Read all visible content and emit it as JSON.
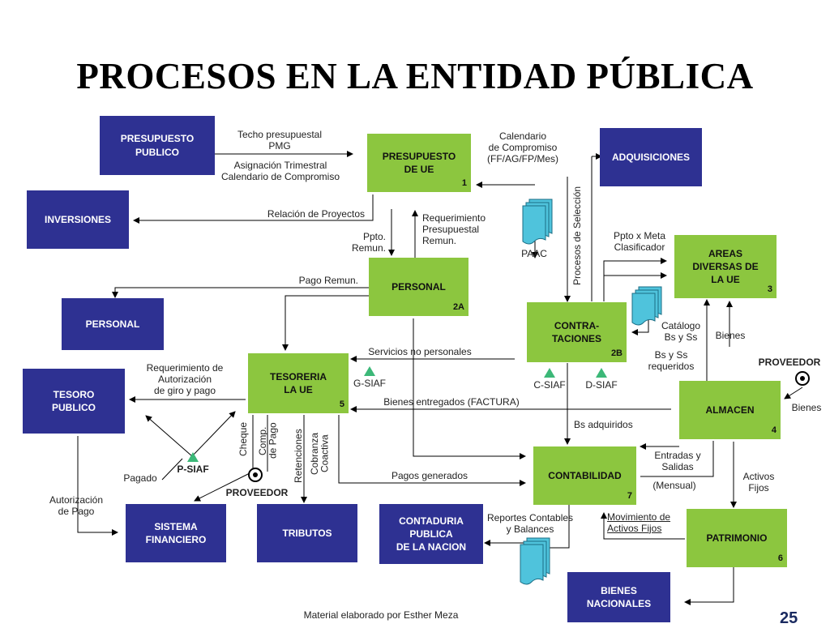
{
  "title": "PROCESOS EN LA ENTIDAD PÚBLICA",
  "colors": {
    "entity_box": "#2e3192",
    "process_box": "#8cc63f",
    "siaf_marker": "#3cb878",
    "document": "#4fc3dc"
  },
  "boxes": {
    "presupuesto_publico": {
      "name": "PRESUPUESTO\nPUBLICO"
    },
    "inversiones": {
      "name": "INVERSIONES"
    },
    "personal_ext": {
      "name": "PERSONAL"
    },
    "tesoro_publico": {
      "name": "TESORO\nPUBLICO"
    },
    "sistema_financiero": {
      "name": "SISTEMA\nFINANCIERO"
    },
    "tributos": {
      "name": "TRIBUTOS"
    },
    "contaduria": {
      "name": "CONTADURIA\nPUBLICA\nDE LA NACION"
    },
    "adquisiciones": {
      "name": "ADQUISICIONES"
    },
    "bienes_nacionales": {
      "name": "BIENES\nNACIONALES"
    },
    "presupuesto_ue": {
      "name": "PRESUPUESTO\nDE UE",
      "num": "1"
    },
    "personal": {
      "name": "PERSONAL",
      "num": "2A"
    },
    "contrataciones": {
      "name": "CONTRA-\nTACIONES",
      "num": "2B"
    },
    "areas": {
      "name": "AREAS\nDIVERSAS DE\nLA UE",
      "num": "3"
    },
    "almacen": {
      "name": "ALMACEN",
      "num": "4"
    },
    "tesoreria": {
      "name": "TESORERIA\nLA UE",
      "num": "5"
    },
    "patrimonio": {
      "name": "PATRIMONIO",
      "num": "6"
    },
    "contabilidad": {
      "name": "CONTABILIDAD",
      "num": "7"
    }
  },
  "labels": {
    "techo": "Techo presupuestal\nPMG",
    "asignacion": "Asignación Trimestral\nCalendario de Compromiso",
    "calendario": "Calendario\nde Compromiso\n(FF/AG/FP/Mes)",
    "relacion": "Relación de Proyectos",
    "requerimiento_presup": "Requerimiento\nPresupuestal\nRemun.",
    "ppto_remun": "Ppto.\nRemun.",
    "paac": "PAAC",
    "procesos_seleccion": "Procesos de Selección",
    "ppto_meta": "Ppto x Meta\nClasificador",
    "pago_remun": "Pago Remun.",
    "catalogo": "Catálogo\nBs y Ss",
    "bienes_areas": "Bienes",
    "bs_ss_req": "Bs y Ss\nrequeridos",
    "servicios": "Servicios no personales",
    "req_autorizacion": "Requerimiento de\nAutorización\nde giro y pago",
    "bienes_entregados": "Bienes entregados (FACTURA)",
    "proveedor_top": "PROVEEDOR",
    "bienes_prov": "Bienes",
    "bs_adquiridos": "Bs adquiridos",
    "pagado": "Pagado",
    "cheque": "Cheque",
    "comp_pago": "Comp.\nde Pago",
    "retenciones": "Retenciones",
    "cobranza": "Cobranza\nCoactiva",
    "pagos_generados": "Pagos generados",
    "entradas_salidas": "Entradas y\nSalidas",
    "mensual": "(Mensual)",
    "activos_fijos": "Activos\nFijos",
    "autorizacion_pago": "Autorización\nde Pago",
    "proveedor_bottom": "PROVEEDOR",
    "reportes": "Reportes Contables\ny Balances",
    "movimiento": "Movimiento de\nActivos Fijos"
  },
  "siaf": {
    "g": "G-SIAF",
    "c": "C-SIAF",
    "d": "D-SIAF",
    "p": "P-SIAF"
  },
  "footer": {
    "credit": "Material elaborado por Esther Meza",
    "page": "25"
  }
}
